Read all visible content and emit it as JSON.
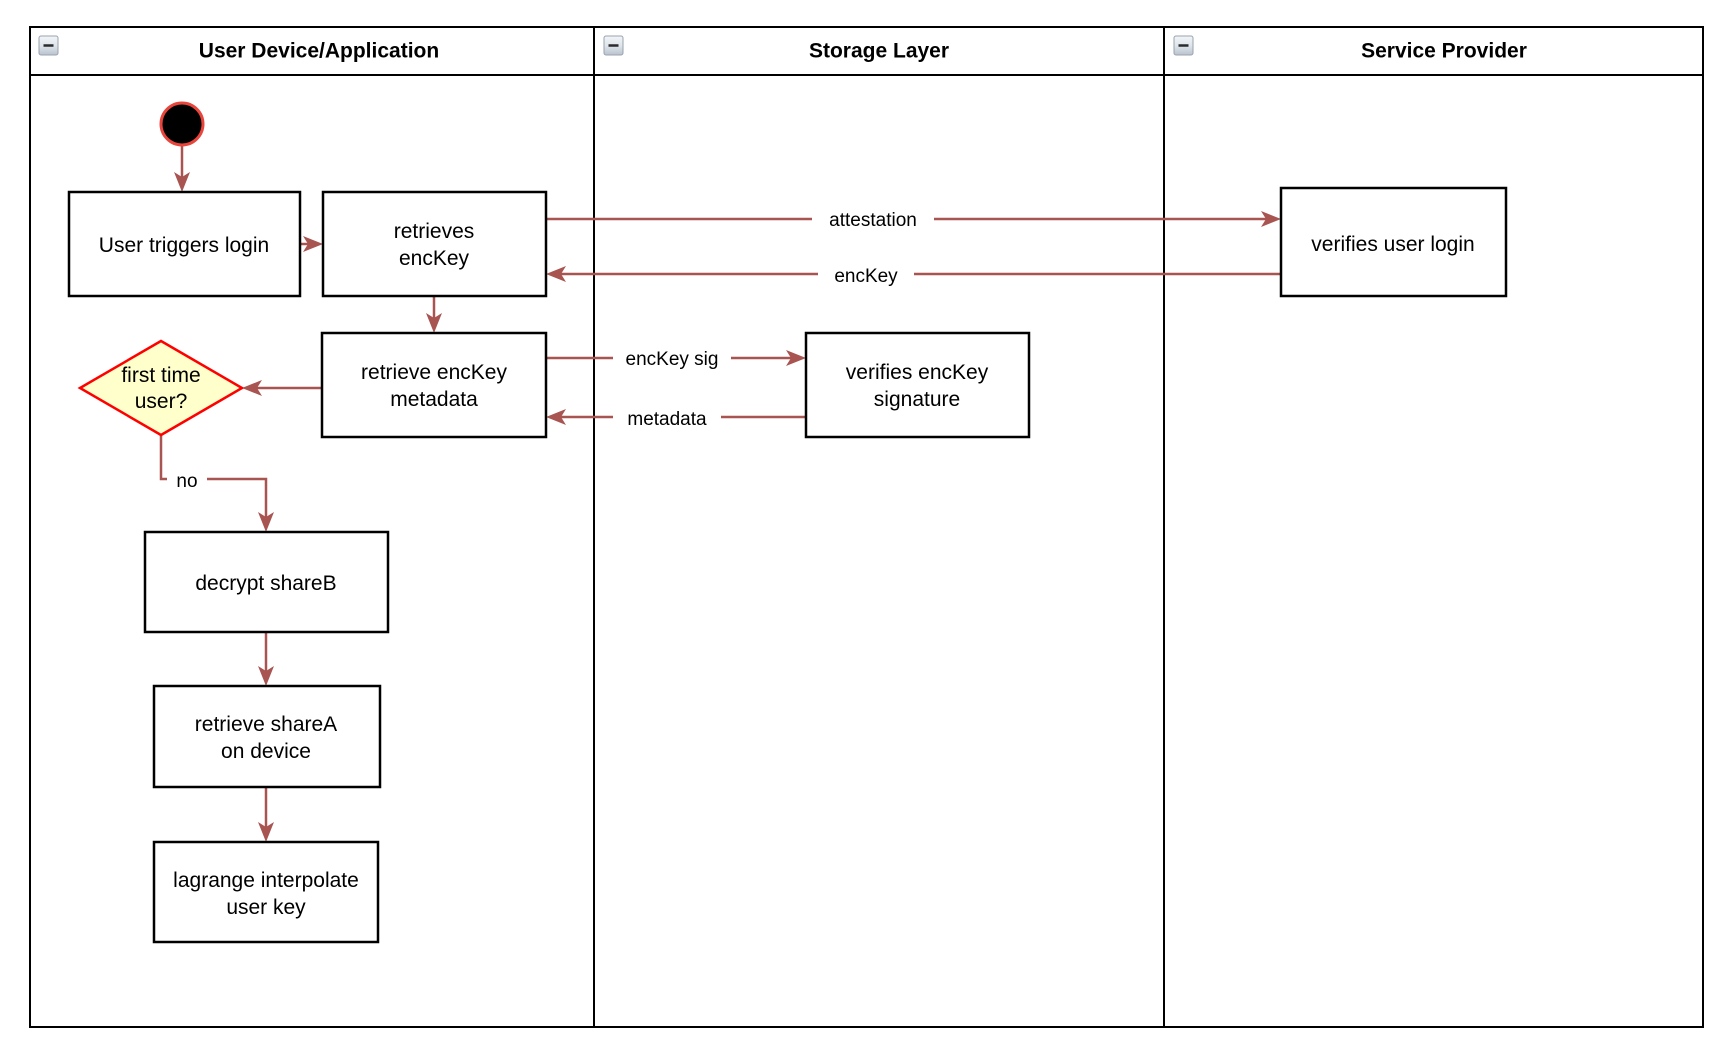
{
  "diagram": {
    "type": "uml-activity-swimlane",
    "title": "",
    "background": "#ffffff",
    "colors": {
      "flow": "#a85450",
      "decision_fill": "#ffffcc",
      "decision_stroke": "#ff0000",
      "node_stroke": "#000000",
      "node_fill": "#ffffff",
      "start_fill": "#000000",
      "start_stroke": "#e8453c",
      "lane_stroke": "#000000",
      "text": "#000000"
    },
    "lanes": [
      {
        "id": "lane-user-device",
        "label": "User Device/Application",
        "collapse_icon": "collapse-minus-icon"
      },
      {
        "id": "lane-storage",
        "label": "Storage Layer",
        "collapse_icon": "collapse-minus-icon"
      },
      {
        "id": "lane-service-provider",
        "label": "Service Provider",
        "collapse_icon": "collapse-minus-icon"
      }
    ],
    "nodes": [
      {
        "id": "start",
        "shape": "initial-node",
        "label": "",
        "lane": "lane-user-device"
      },
      {
        "id": "user-triggers-login",
        "shape": "action",
        "label": "User triggers login",
        "lane": "lane-user-device"
      },
      {
        "id": "retrieves-enckey",
        "shape": "action",
        "label": "retrieves\nencKey",
        "line1": "retrieves",
        "line2": "encKey",
        "lane": "lane-user-device"
      },
      {
        "id": "retrieve-enckey-metadata",
        "shape": "action",
        "label": "retrieve encKey\nmetadata",
        "line1": "retrieve encKey",
        "line2": "metadata",
        "lane": "lane-user-device"
      },
      {
        "id": "first-time-user",
        "shape": "decision",
        "label": "first time\nuser?",
        "line1": "first time",
        "line2": "user?",
        "lane": "lane-user-device"
      },
      {
        "id": "decrypt-shareb",
        "shape": "action",
        "label": "decrypt shareB",
        "lane": "lane-user-device"
      },
      {
        "id": "retrieve-sharea-on-device",
        "shape": "action",
        "label": "retrieve shareA\non device",
        "line1": "retrieve shareA",
        "line2": "on device",
        "lane": "lane-user-device"
      },
      {
        "id": "lagrange-interpolate-user-key",
        "shape": "action",
        "label": "lagrange interpolate\nuser key",
        "line1": "lagrange interpolate",
        "line2": "user key",
        "lane": "lane-user-device"
      },
      {
        "id": "verifies-enckey-signature",
        "shape": "action",
        "label": "verifies encKey\nsignature",
        "line1": "verifies encKey",
        "line2": "signature",
        "lane": "lane-storage"
      },
      {
        "id": "verifies-user-login",
        "shape": "action",
        "label": "verifies user login",
        "lane": "lane-service-provider"
      }
    ],
    "edges": [
      {
        "id": "e-start-login",
        "from": "start",
        "to": "user-triggers-login",
        "label": ""
      },
      {
        "id": "e-login-retrieves",
        "from": "user-triggers-login",
        "to": "retrieves-enckey",
        "label": ""
      },
      {
        "id": "e-attestation",
        "from": "retrieves-enckey",
        "to": "verifies-user-login",
        "label": "attestation"
      },
      {
        "id": "e-enckey-back",
        "from": "verifies-user-login",
        "to": "retrieves-enckey",
        "label": "encKey"
      },
      {
        "id": "e-retrieves-metadata",
        "from": "retrieves-enckey",
        "to": "retrieve-enckey-metadata",
        "label": ""
      },
      {
        "id": "e-enckey-sig",
        "from": "retrieve-enckey-metadata",
        "to": "verifies-enckey-signature",
        "label": "encKey sig"
      },
      {
        "id": "e-metadata-back",
        "from": "verifies-enckey-signature",
        "to": "retrieve-enckey-metadata",
        "label": "metadata"
      },
      {
        "id": "e-metadata-decision",
        "from": "retrieve-enckey-metadata",
        "to": "first-time-user",
        "label": ""
      },
      {
        "id": "e-decision-decrypt",
        "from": "first-time-user",
        "to": "decrypt-shareb",
        "label": "no"
      },
      {
        "id": "e-decrypt-sharea",
        "from": "decrypt-shareb",
        "to": "retrieve-sharea-on-device",
        "label": ""
      },
      {
        "id": "e-sharea-lagrange",
        "from": "retrieve-sharea-on-device",
        "to": "lagrange-interpolate-user-key",
        "label": ""
      }
    ]
  }
}
